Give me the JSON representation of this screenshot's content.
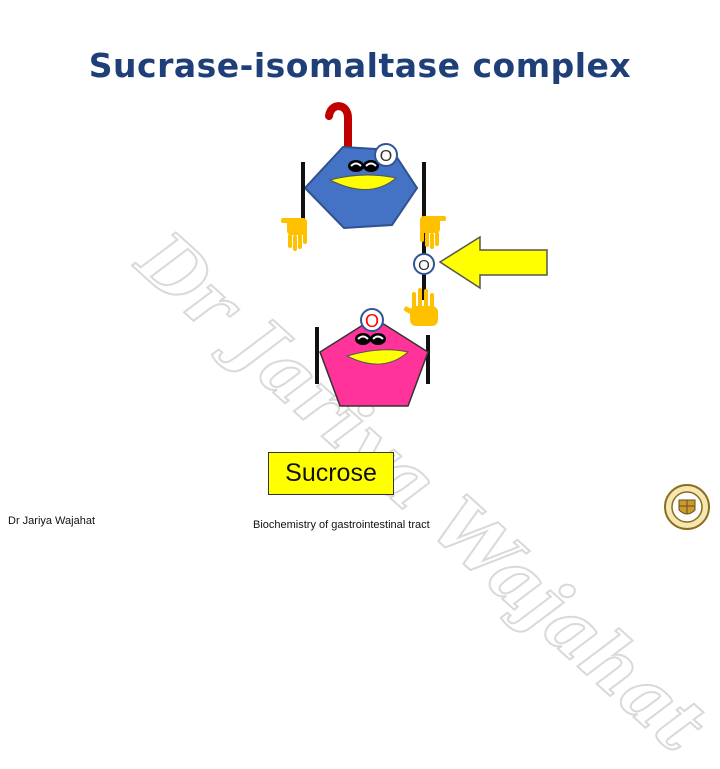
{
  "slide": {
    "title": "Sucrase-isomaltase complex",
    "watermark_text": "Dr Jariya Wajahat",
    "label": "Sucrose",
    "footer_author": "Dr Jariya Wajahat",
    "footer_topic": "Biochemistry of gastrointestinal tract"
  },
  "diagram": {
    "oxygen_symbol": "O",
    "enzyme_color": "#4472c4",
    "hook_color": "#c00000",
    "fructose_color": "#ff3399",
    "glucose_mouth_color": "#ffff00",
    "hand_color": "#ffc000",
    "arrow_color": "#ffff00"
  }
}
